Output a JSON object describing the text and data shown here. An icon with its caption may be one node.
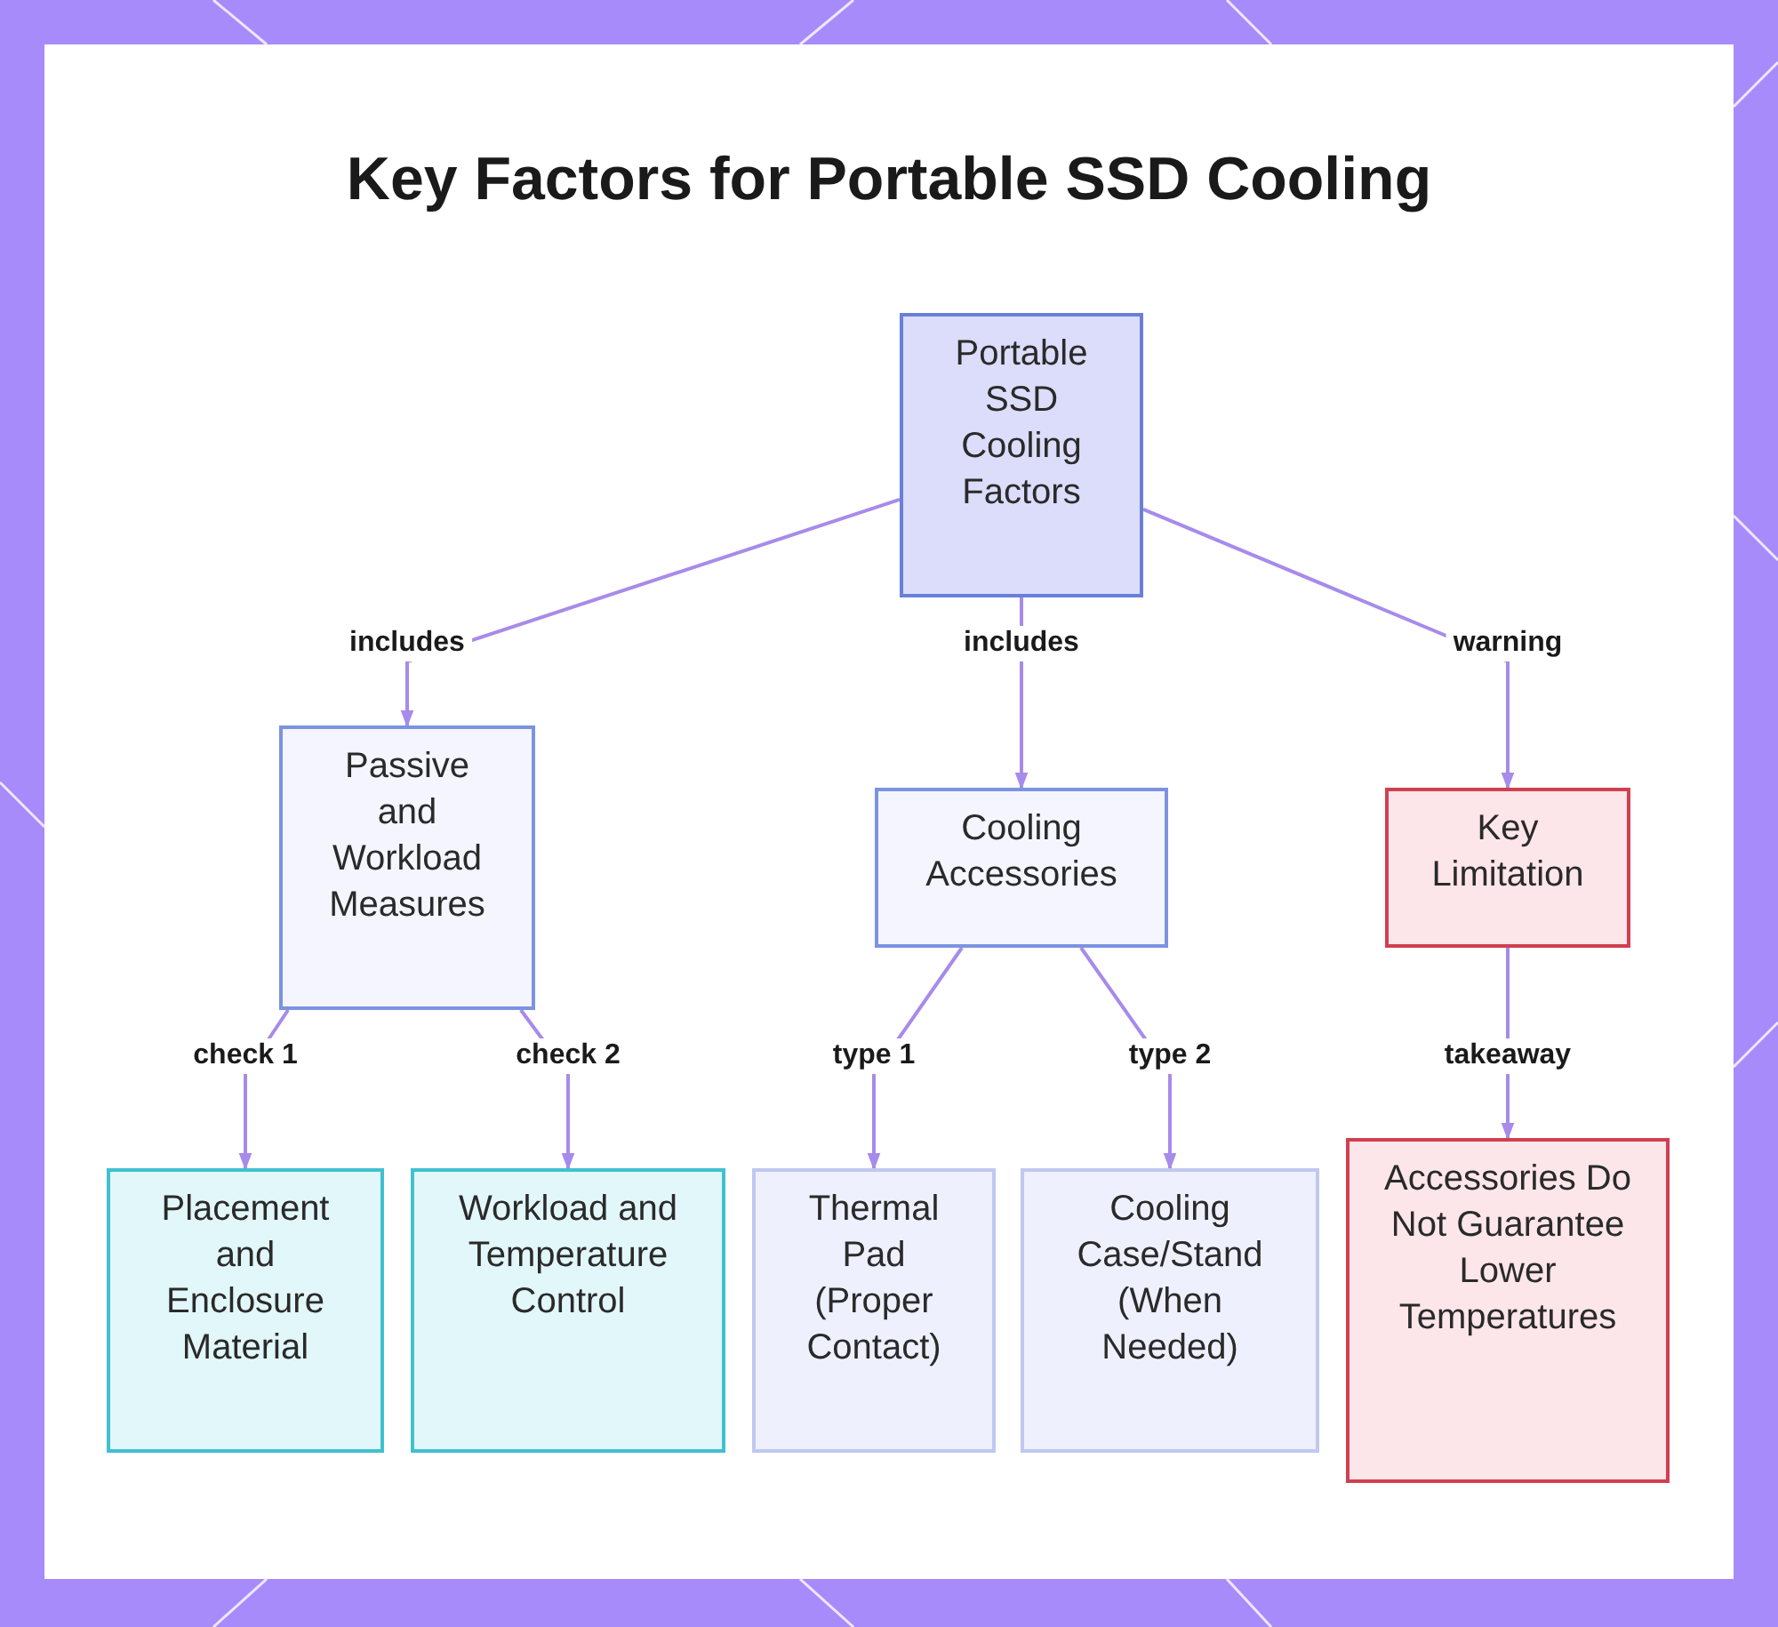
{
  "diagram": {
    "title": "Key Factors for Portable SSD Cooling",
    "nodes": [
      {
        "text": [
          "Portable SSD Cooling Factors"
        ]
      },
      {
        "text": [
          "Passive and Workload Measures"
        ]
      },
      {
        "text": [
          "Cooling Accessories"
        ]
      },
      {
        "text": [
          "Key Limitation"
        ]
      },
      {
        "text": [
          "Placement and Enclosure Material"
        ]
      },
      {
        "text": [
          "Workload and Temperature Control"
        ]
      },
      {
        "text": [
          "Thermal Pad (Proper Contact)"
        ]
      },
      {
        "text": [
          "Cooling Case/Stand (When Needed)"
        ]
      },
      {
        "text": [
          "Accessories Do Not Guarantee Lower Temperatures"
        ]
      }
    ],
    "edges": [
      {
        "from": 0,
        "to": 1,
        "arrow": "to",
        "label": "includes"
      },
      {
        "from": 0,
        "to": 2,
        "arrow": "to",
        "label": "includes"
      },
      {
        "from": 0,
        "to": 3,
        "arrow": "to",
        "label": "warning"
      },
      {
        "from": 1,
        "to": 4,
        "arrow": "to",
        "label": "check 1"
      },
      {
        "from": 1,
        "to": 5,
        "arrow": "to",
        "label": "check 2"
      },
      {
        "from": 2,
        "to": 6,
        "arrow": "to",
        "label": "type 1"
      },
      {
        "from": 2,
        "to": 7,
        "arrow": "to",
        "label": "type 2"
      },
      {
        "from": 3,
        "to": 8,
        "arrow": "to",
        "label": "takeaway"
      }
    ]
  }
}
